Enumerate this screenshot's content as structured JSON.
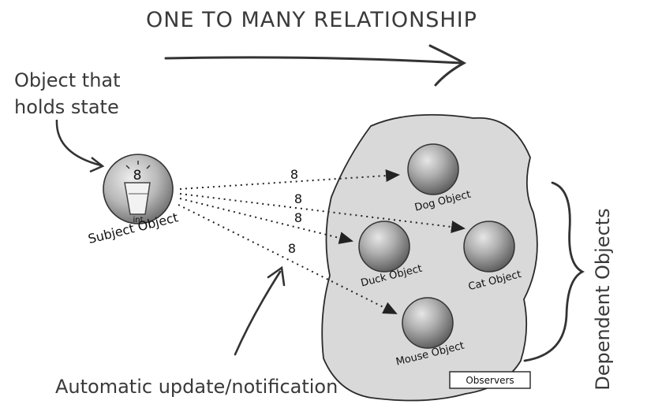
{
  "title": "ONE TO MANY RELATIONSHIP",
  "subject_annotation": [
    "Object that",
    "holds state"
  ],
  "subject": {
    "label": "Subject Object",
    "state_value": "8",
    "state_type": "int"
  },
  "notification_label": "Automatic update/notification",
  "dependents_label": "Dependent Objects",
  "observers_label": "Observers",
  "observers": [
    {
      "name": "Dog Object",
      "value": "8"
    },
    {
      "name": "Cat Object",
      "value": "8"
    },
    {
      "name": "Duck Object",
      "value": "8"
    },
    {
      "name": "Mouse Object",
      "value": "8"
    }
  ],
  "colors": {
    "blob_fill": "#d9d9d9",
    "sphere": "#9a9a9a",
    "ink": "#333333"
  }
}
